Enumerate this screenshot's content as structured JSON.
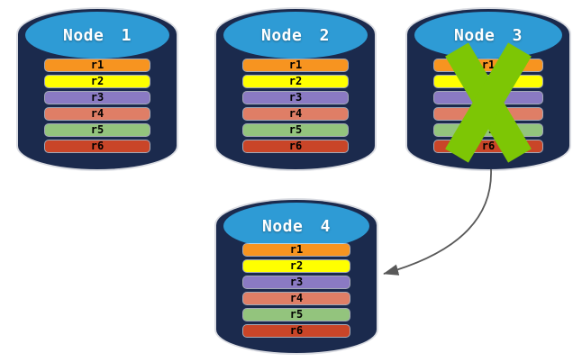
{
  "diagram": {
    "background": "#FFFFFF",
    "nodes": [
      {
        "label": "Node 1",
        "failed": false
      },
      {
        "label": "Node 2",
        "failed": false
      },
      {
        "label": "Node 3",
        "failed": true
      },
      {
        "label": "Node 4",
        "failed": false
      }
    ],
    "rows": [
      {
        "label": "r1",
        "color": "#F79420"
      },
      {
        "label": "r2",
        "color": "#FFFF00"
      },
      {
        "label": "r3",
        "color": "#8A7AC3"
      },
      {
        "label": "r4",
        "color": "#DF7E66"
      },
      {
        "label": "r5",
        "color": "#93C47D"
      },
      {
        "label": "r6",
        "color": "#C94528"
      }
    ],
    "colors": {
      "cylinder_body": "#1B2A4D",
      "cylinder_top": "#2E9BD5",
      "failure_x": "#7DC605",
      "arrow": "#595959"
    },
    "arrow": {
      "from": "Node 3",
      "to": "Node 4"
    }
  }
}
